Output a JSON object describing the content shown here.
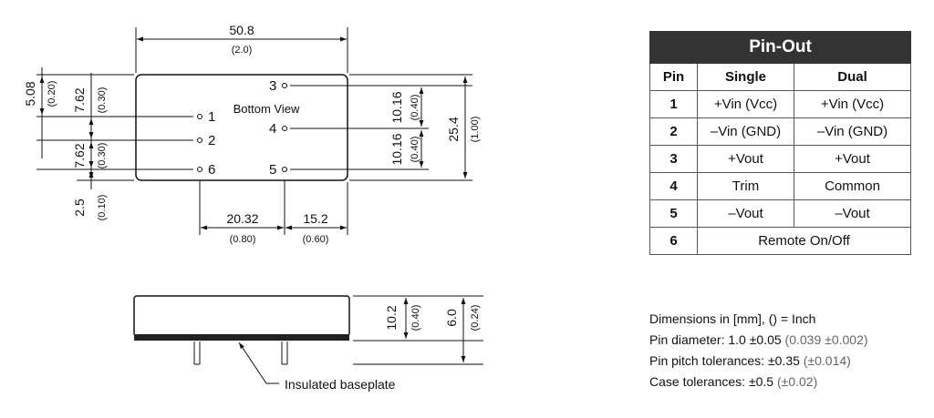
{
  "top_view": {
    "dims": {
      "width_mm": "50.8",
      "width_in": "(2.0)",
      "height_mm": "25.4",
      "height_in": "(1.00)",
      "d508_mm": "5.08",
      "d508_in": "(0.20)",
      "d762a_mm": "7.62",
      "d762a_in": "(0.30)",
      "d762b_mm": "7.62",
      "d762b_in": "(0.30)",
      "d25_mm": "2.5",
      "d25_in": "(0.10)",
      "d1016a_mm": "10.16",
      "d1016a_in": "(0.40)",
      "d1016b_mm": "10.16",
      "d1016b_in": "(0.40)",
      "d2032_mm": "20.32",
      "d2032_in": "(0.80)",
      "d152_mm": "15.2",
      "d152_in": "(0.60)"
    },
    "view_label": "Bottom View",
    "pins": {
      "p1": "1",
      "p2": "2",
      "p3": "3",
      "p4": "4",
      "p5": "5",
      "p6": "6"
    }
  },
  "side_view": {
    "d102_mm": "10.2",
    "d102_in": "(0.40)",
    "d60_mm": "6.0",
    "d60_in": "(0.24)",
    "baseplate_label": "Insulated baseplate"
  },
  "pinout": {
    "title": "Pin-Out",
    "headers": [
      "Pin",
      "Single",
      "Dual"
    ],
    "rows": [
      {
        "pin": "1",
        "single": "+Vin (Vcc)",
        "dual": "+Vin (Vcc)"
      },
      {
        "pin": "2",
        "single": "–Vin (GND)",
        "dual": "–Vin (GND)"
      },
      {
        "pin": "3",
        "single": "+Vout",
        "dual": "+Vout"
      },
      {
        "pin": "4",
        "single": "Trim",
        "dual": "Common"
      },
      {
        "pin": "5",
        "single": "–Vout",
        "dual": "–Vout"
      },
      {
        "pin": "6",
        "merged": "Remote On/Off"
      }
    ]
  },
  "notes": {
    "line1": "Dimensions in [mm], () = Inch",
    "line2_main": "Pin diameter: 1.0 ±0.05",
    "line2_in": "(0.039 ±0.002)",
    "line3_main": "Pin pitch tolerances: ±0.35",
    "line3_in": "(±0.014)",
    "line4_main": "Case tolerances:  ±0.5",
    "line4_in": "(±0.02)"
  }
}
